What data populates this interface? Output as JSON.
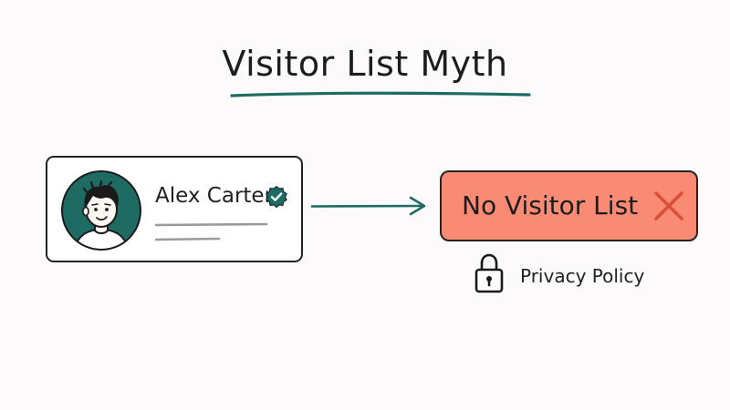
{
  "title": "Visitor List Myth",
  "profile": {
    "name": "Alex Carter"
  },
  "status": {
    "label": "No Visitor List"
  },
  "privacy": {
    "label": "Privacy Policy"
  },
  "icons": {
    "verified": "verified-badge-icon",
    "negation": "x-icon",
    "lock": "lock-icon",
    "arrow": "arrow-right-icon"
  },
  "colors": {
    "accent": "#1d6b63",
    "status_fill": "#f98a73",
    "negation": "#d94f38",
    "outline": "#222222"
  }
}
